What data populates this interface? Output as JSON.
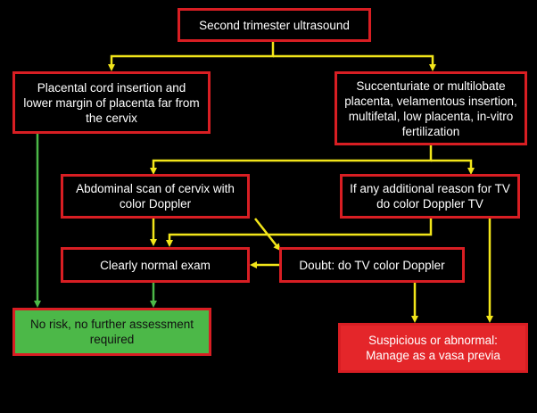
{
  "nodes": {
    "start": "Second trimester ultrasound",
    "far_cervix": "Placental cord insertion and lower margin of placenta far from the cervix",
    "risk_factors": "Succenturiate or multilobate placenta, velamentous insertion, multifetal, low placenta, in-vitro fertilization",
    "abdominal_scan": "Abdominal scan of  cervix with color Doppler",
    "additional_reason": "If any additional reason for TV do color Doppler TV",
    "normal_exam": "Clearly normal exam",
    "doubt": "Doubt: do TV color Doppler",
    "no_risk": "No risk, no further assessment required",
    "suspicious": "Suspicious or abnormal: Manage as a vasa previa"
  },
  "colors": {
    "box_border": "#d81e23",
    "arrow_yellow": "#f2e51a",
    "arrow_green": "#4cb848",
    "no_risk_fill": "#4cb848",
    "suspicious_fill": "#e4262a"
  }
}
